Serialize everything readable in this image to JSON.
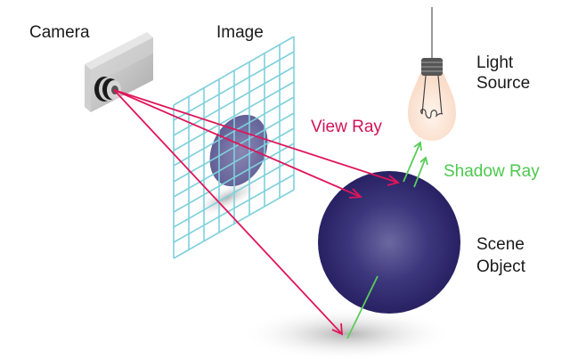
{
  "labels": {
    "camera": "Camera",
    "image": "Image",
    "light_line1": "Light",
    "light_line2": "Source",
    "view_ray": "View Ray",
    "shadow_ray": "Shadow Ray",
    "object_line1": "Scene",
    "object_line2": "Object"
  },
  "colors": {
    "view_ray": "#e0155a",
    "shadow_ray": "#5ccc5c",
    "grid": "#7fd0dc",
    "sphere_dark": "#2a2466",
    "sphere_light": "#6c6aa0",
    "bulb": "#fbe3d3"
  },
  "icons": {
    "camera": "camera-icon",
    "image_plane": "image-grid-icon",
    "light_bulb": "light-bulb-icon",
    "sphere": "sphere-icon"
  }
}
